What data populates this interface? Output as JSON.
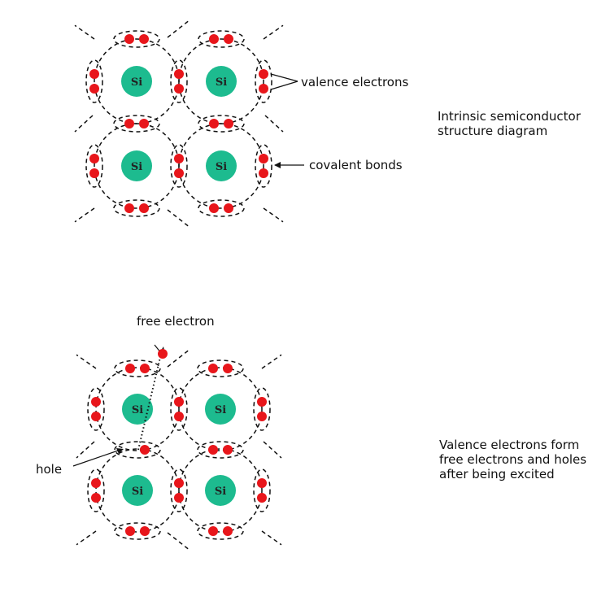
{
  "atom_label": "Si",
  "colors": {
    "atom": "#1dbb8f",
    "electron": "#e8161b",
    "line": "#111111"
  },
  "top_diagram": {
    "caption": [
      "Intrinsic semiconductor",
      "structure diagram"
    ],
    "labels": {
      "valence": "valence electrons",
      "covalent": "covalent bonds"
    }
  },
  "bottom_diagram": {
    "caption": [
      "Valence electrons form",
      "free electrons and holes",
      "after being excited"
    ],
    "labels": {
      "free_electron": "free electron",
      "hole": "hole"
    }
  }
}
